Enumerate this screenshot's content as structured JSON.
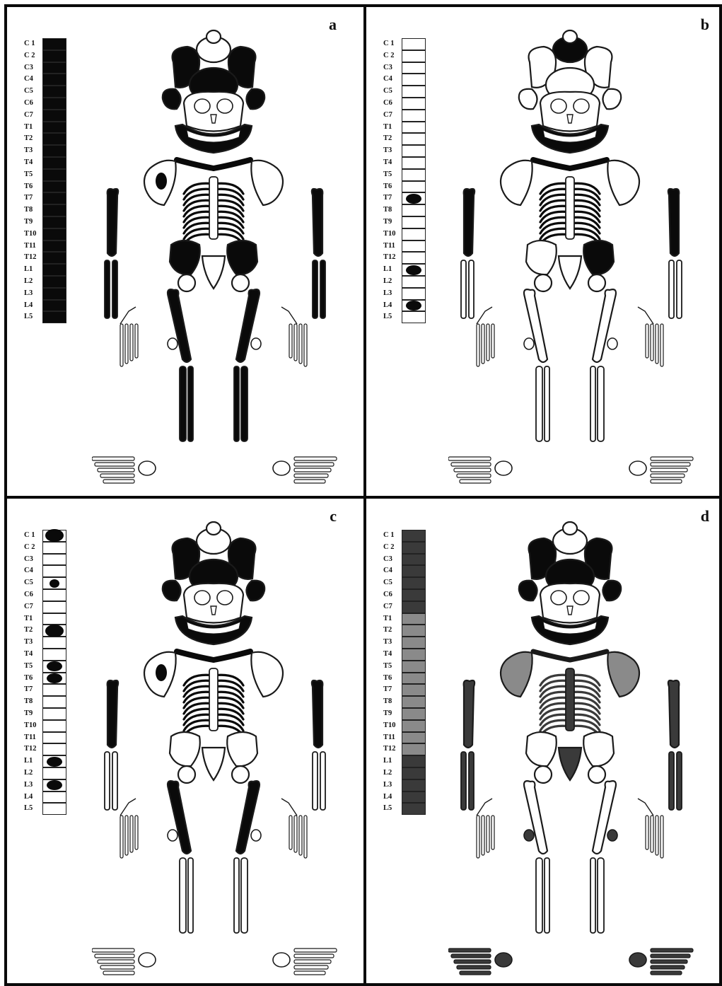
{
  "panels": [
    {
      "letter": "a",
      "vert_fill": [
        "#0a0a0a",
        "#0a0a0a",
        "#0a0a0a",
        "#0a0a0a",
        "#0a0a0a",
        "#0a0a0a",
        "#0a0a0a",
        "#0a0a0a",
        "#0a0a0a",
        "#0a0a0a",
        "#0a0a0a",
        "#0a0a0a",
        "#0a0a0a",
        "#0a0a0a",
        "#0a0a0a",
        "#0a0a0a",
        "#0a0a0a",
        "#0a0a0a",
        "#0a0a0a",
        "#0a0a0a",
        "#0a0a0a",
        "#0a0a0a",
        "#0a0a0a",
        "#0a0a0a"
      ],
      "vert_dots": []
    },
    {
      "letter": "b",
      "vert_fill": [],
      "vert_dots": [
        {
          "index": 13,
          "size": "medium"
        },
        {
          "index": 19,
          "size": "medium"
        },
        {
          "index": 22,
          "size": "medium"
        }
      ]
    },
    {
      "letter": "c",
      "vert_fill": [],
      "vert_dots": [
        {
          "index": 0,
          "size": "large"
        },
        {
          "index": 4,
          "size": "small"
        },
        {
          "index": 8,
          "size": "large"
        },
        {
          "index": 11,
          "size": "medium"
        },
        {
          "index": 12,
          "size": "medium"
        },
        {
          "index": 19,
          "size": "medium"
        },
        {
          "index": 21,
          "size": "medium"
        }
      ]
    },
    {
      "letter": "d",
      "vert_fill": [
        "#3a3a3a",
        "#3a3a3a",
        "#3a3a3a",
        "#3a3a3a",
        "#3a3a3a",
        "#3a3a3a",
        "#3a3a3a",
        "#8a8a8a",
        "#8a8a8a",
        "#8a8a8a",
        "#8a8a8a",
        "#8a8a8a",
        "#8a8a8a",
        "#8a8a8a",
        "#8a8a8a",
        "#8a8a8a",
        "#8a8a8a",
        "#8a8a8a",
        "#8a8a8a",
        "#3a3a3a",
        "#3a3a3a",
        "#3a3a3a",
        "#3a3a3a",
        "#3a3a3a"
      ],
      "vert_dots": []
    }
  ],
  "vertebrae": [
    "C 1",
    "C 2",
    "C3",
    "C4",
    "C5",
    "C6",
    "C7",
    "T1",
    "T2",
    "T3",
    "T4",
    "T5",
    "T6",
    "T7",
    "T8",
    "T9",
    "T10",
    "T11",
    "T12",
    "L1",
    "L2",
    "L3",
    "L4",
    "L5"
  ],
  "colors": {
    "black": "#0a0a0a",
    "dark_gray": "#3a3a3a",
    "mid_gray": "#8a8a8a",
    "white": "#ffffff",
    "outline": "#1a1a1a"
  }
}
